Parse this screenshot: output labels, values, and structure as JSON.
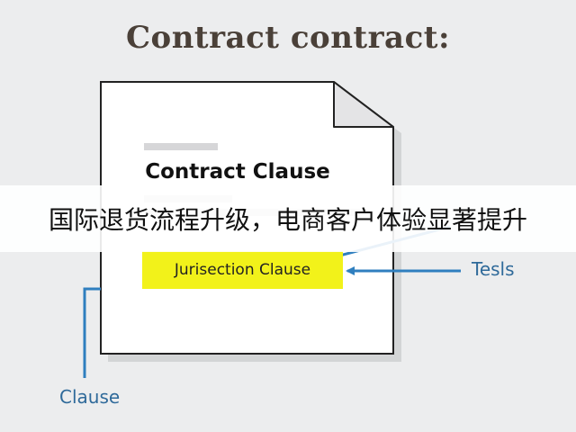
{
  "title": "Contract contract:",
  "document": {
    "heading": "Contract Clause",
    "highlighted_clause": "Jurisection Clause"
  },
  "callouts": {
    "right_label": "Tesls",
    "bottom_label": "Clause"
  },
  "banner": {
    "text": "国际退货流程升级，电商客户体验显著提升"
  },
  "colors": {
    "background": "#ecedee",
    "highlight": "#f2f21a",
    "arrow": "#2f7fbf",
    "title": "#4a4038"
  }
}
